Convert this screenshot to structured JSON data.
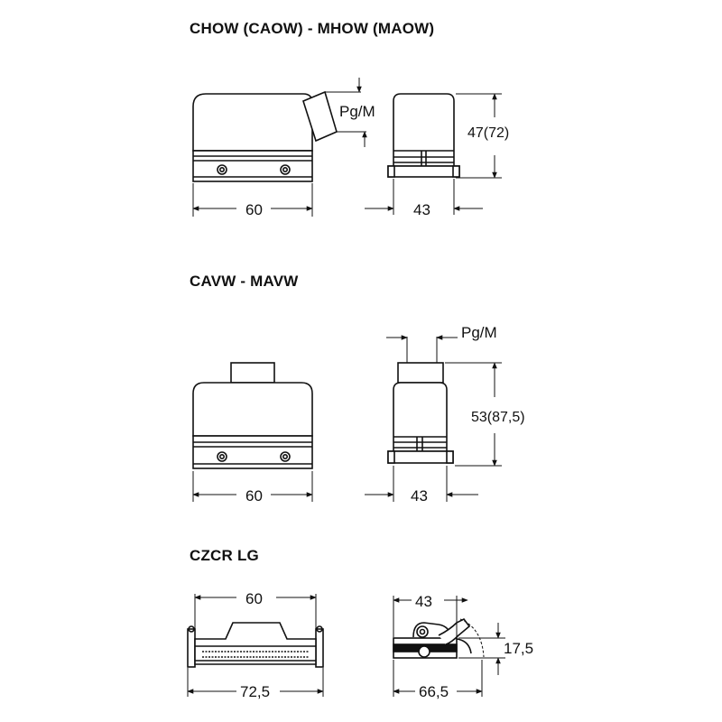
{
  "sections": [
    {
      "title": "CHOW (CAOW) - MHOW (MAOW)",
      "dims": {
        "front_width": "60",
        "side_width": "43",
        "height": "47(72)",
        "cable": "Pg/M"
      }
    },
    {
      "title": "CAVW - MAVW",
      "dims": {
        "front_width": "60",
        "side_width": "43",
        "height": "53(87,5)",
        "cable": "Pg/M"
      }
    },
    {
      "title": "CZCR LG",
      "dims": {
        "top_width": "60",
        "bottom_width": "72,5",
        "side_top_width": "43",
        "side_bottom_width": "66,5",
        "height": "17,5"
      }
    }
  ]
}
